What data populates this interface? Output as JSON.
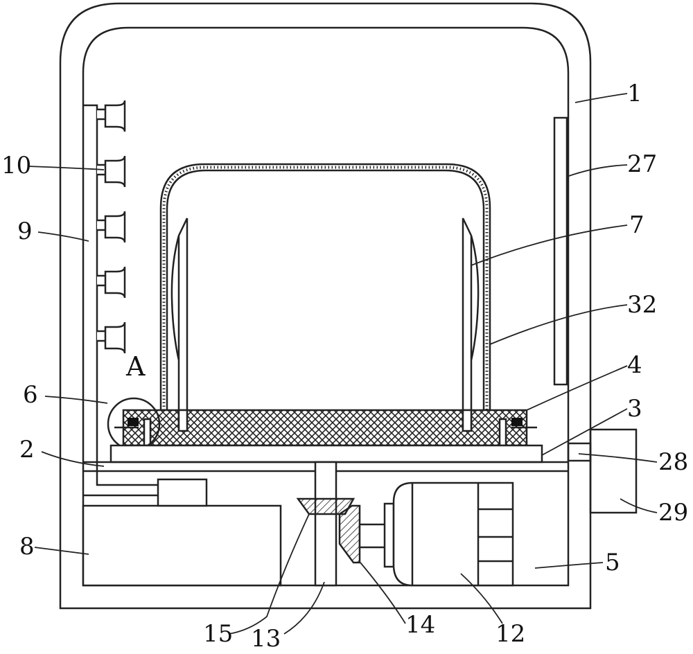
{
  "figure_type": "patent mechanical cross-section drawing",
  "detail_marker": "A",
  "labels": [
    "1",
    "27",
    "7",
    "32",
    "4",
    "3",
    "28",
    "29",
    "5",
    "12",
    "14",
    "13",
    "15",
    "8",
    "2",
    "6",
    "9",
    "10"
  ]
}
